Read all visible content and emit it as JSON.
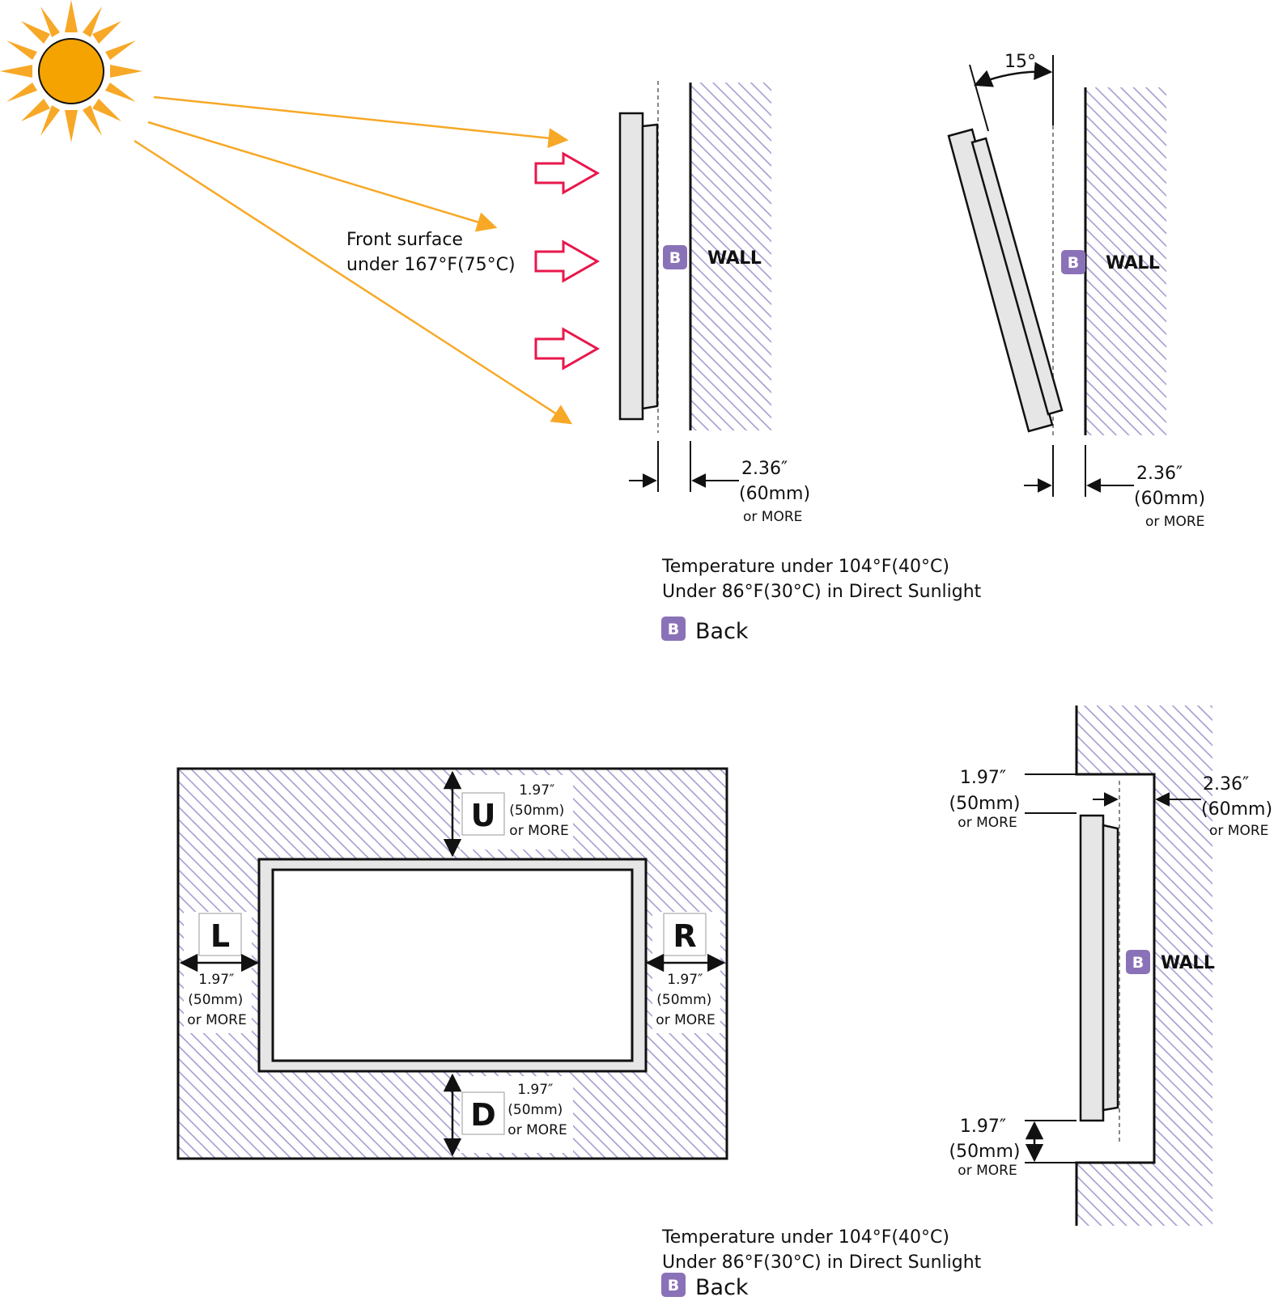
{
  "colors": {
    "hatch": "#a99bd0",
    "badge": "#8a72b8",
    "sun": "#f5a300",
    "sun_rays": "#f7a826",
    "heat_arrows": "#e8174b",
    "line": "#111111"
  },
  "icons": {
    "sun": "sun-icon",
    "badge": "back-badge-icon",
    "heat": "heat-arrow-icon"
  },
  "top": {
    "front_surface_line1": "Front surface",
    "front_surface_line2": "under 167°F(75°C)",
    "vertical": {
      "wall_label": "WALL",
      "badge": "B",
      "dist_line1": "2.36″",
      "dist_line2": "(60mm)",
      "dist_line3": "or MORE"
    },
    "tilted": {
      "angle": "15°",
      "wall_label": "WALL",
      "badge": "B",
      "dist_line1": "2.36″",
      "dist_line2": "(60mm)",
      "dist_line3": "or MORE"
    },
    "note_line1": "Temperature under 104°F(40°C)",
    "note_line2": "Under 86°F(30°C) in Direct Sunlight",
    "legend_badge": "B",
    "legend_label": "Back"
  },
  "bottom": {
    "front": {
      "up": {
        "letter": "U",
        "line1": "1.97″",
        "line2": "(50mm)",
        "line3": "or MORE"
      },
      "down": {
        "letter": "D",
        "line1": "1.97″",
        "line2": "(50mm)",
        "line3": "or MORE"
      },
      "left": {
        "letter": "L",
        "line1": "1.97″",
        "line2": "(50mm)",
        "line3": "or MORE"
      },
      "right": {
        "letter": "R",
        "line1": "1.97″",
        "line2": "(50mm)",
        "line3": "or MORE"
      }
    },
    "side": {
      "top_line1": "1.97″",
      "top_line2": "(50mm)",
      "top_line3": "or MORE",
      "back_line1": "2.36″",
      "back_line2": "(60mm)",
      "back_line3": "or MORE",
      "bottom_line1": "1.97″",
      "bottom_line2": "(50mm)",
      "bottom_line3": "or MORE",
      "wall_label": "WALL",
      "badge": "B"
    },
    "note_line1": "Temperature under 104°F(40°C)",
    "note_line2": "Under 86°F(30°C) in Direct Sunlight",
    "legend_badge": "B",
    "legend_label": "Back"
  }
}
